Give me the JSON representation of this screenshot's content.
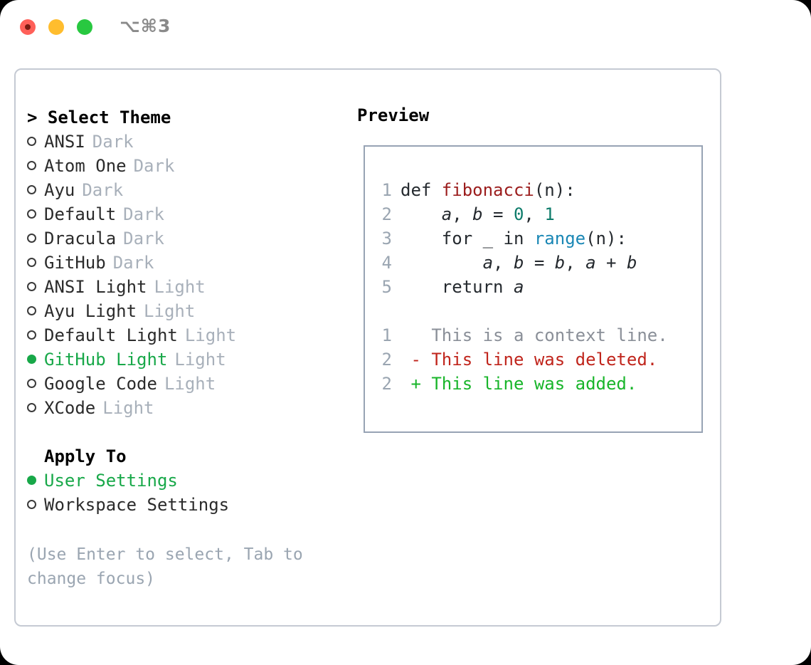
{
  "titlebar": {
    "shortcut": "⌥⌘3",
    "lights": [
      "close-red",
      "minimize-yellow",
      "maximize-green"
    ]
  },
  "colors": {
    "accent_green": "#18a849",
    "muted": "#a8b0ba",
    "hint": "#9aa5b1",
    "panel_border": "#c5cad3",
    "preview_border": "#97a3b4",
    "diff_add": "#18b52a",
    "diff_del": "#c0251c",
    "code_fn": "#9b1c1c",
    "code_num": "#0e7c6b",
    "code_builtin": "#1a87b5"
  },
  "theme_list": {
    "header": "> Select Theme",
    "items": [
      {
        "name": "ANSI",
        "kind": "Dark",
        "selected": false,
        "marker": "○"
      },
      {
        "name": "Atom One",
        "kind": "Dark",
        "selected": false,
        "marker": "○"
      },
      {
        "name": "Ayu",
        "kind": "Dark",
        "selected": false,
        "marker": "○"
      },
      {
        "name": "Default",
        "kind": "Dark",
        "selected": false,
        "marker": "○"
      },
      {
        "name": "Dracula",
        "kind": "Dark",
        "selected": false,
        "marker": "○"
      },
      {
        "name": "GitHub",
        "kind": "Dark",
        "selected": false,
        "marker": "○"
      },
      {
        "name": "ANSI Light",
        "kind": "Light",
        "selected": false,
        "marker": "○"
      },
      {
        "name": "Ayu Light",
        "kind": "Light",
        "selected": false,
        "marker": "○"
      },
      {
        "name": "Default Light",
        "kind": "Light",
        "selected": false,
        "marker": "○"
      },
      {
        "name": "GitHub Light",
        "kind": "Light",
        "selected": true,
        "marker": "●"
      },
      {
        "name": "Google Code",
        "kind": "Light",
        "selected": false,
        "marker": "○"
      },
      {
        "name": "XCode",
        "kind": "Light",
        "selected": false,
        "marker": "○"
      }
    ]
  },
  "apply_to": {
    "header": "Apply To",
    "items": [
      {
        "name": "User Settings",
        "selected": true
      },
      {
        "name": "Workspace Settings",
        "selected": false
      }
    ]
  },
  "hint": "(Use Enter to select, Tab to change focus)",
  "preview": {
    "title": "Preview",
    "code_lines": [
      {
        "n": "1",
        "tokens": [
          {
            "t": "def ",
            "c": "plain"
          },
          {
            "t": "fibonacci",
            "c": "fn"
          },
          {
            "t": "(n):",
            "c": "plain"
          }
        ]
      },
      {
        "n": "2",
        "tokens": [
          {
            "t": "    ",
            "c": "plain"
          },
          {
            "t": "a",
            "c": "var"
          },
          {
            "t": ", ",
            "c": "plain"
          },
          {
            "t": "b",
            "c": "var"
          },
          {
            "t": " = ",
            "c": "plain"
          },
          {
            "t": "0",
            "c": "num"
          },
          {
            "t": ", ",
            "c": "plain"
          },
          {
            "t": "1",
            "c": "num"
          }
        ]
      },
      {
        "n": "3",
        "tokens": [
          {
            "t": "    for _ in ",
            "c": "plain"
          },
          {
            "t": "range",
            "c": "builtin"
          },
          {
            "t": "(n):",
            "c": "plain"
          }
        ]
      },
      {
        "n": "4",
        "tokens": [
          {
            "t": "        ",
            "c": "plain"
          },
          {
            "t": "a",
            "c": "var"
          },
          {
            "t": ", ",
            "c": "plain"
          },
          {
            "t": "b",
            "c": "var"
          },
          {
            "t": " = ",
            "c": "plain"
          },
          {
            "t": "b",
            "c": "var"
          },
          {
            "t": ", ",
            "c": "plain"
          },
          {
            "t": "a",
            "c": "var"
          },
          {
            "t": " + ",
            "c": "plain"
          },
          {
            "t": "b",
            "c": "var"
          }
        ]
      },
      {
        "n": "5",
        "tokens": [
          {
            "t": "    return ",
            "c": "plain"
          },
          {
            "t": "a",
            "c": "var"
          }
        ]
      }
    ],
    "diff_lines": [
      {
        "n": "1",
        "sign": " ",
        "text": " This is a context line.",
        "kind": "ctx"
      },
      {
        "n": "2",
        "sign": "-",
        "text": " This line was deleted.",
        "kind": "del"
      },
      {
        "n": "2",
        "sign": "+",
        "text": " This line was added.",
        "kind": "add"
      }
    ]
  }
}
